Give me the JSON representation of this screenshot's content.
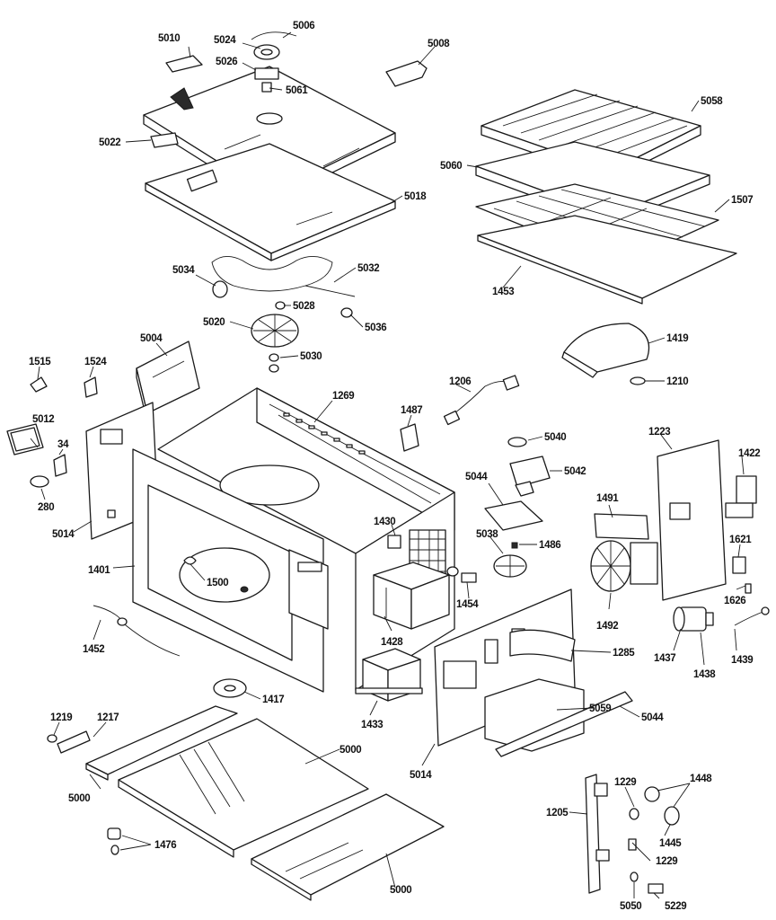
{
  "diagram": {
    "callouts": [
      {
        "key": "p5010",
        "label": "5010"
      },
      {
        "key": "p5024",
        "label": "5024"
      },
      {
        "key": "p5006",
        "label": "5006"
      },
      {
        "key": "p5008",
        "label": "5008"
      },
      {
        "key": "p5026",
        "label": "5026"
      },
      {
        "key": "p5061",
        "label": "5061"
      },
      {
        "key": "p5022",
        "label": "5022"
      },
      {
        "key": "p5018",
        "label": "5018"
      },
      {
        "key": "p5034",
        "label": "5034"
      },
      {
        "key": "p5032",
        "label": "5032"
      },
      {
        "key": "p5028",
        "label": "5028"
      },
      {
        "key": "p5036",
        "label": "5036"
      },
      {
        "key": "p5020",
        "label": "5020"
      },
      {
        "key": "p5030",
        "label": "5030"
      },
      {
        "key": "p5058",
        "label": "5058"
      },
      {
        "key": "p5060",
        "label": "5060"
      },
      {
        "key": "p1507",
        "label": "1507"
      },
      {
        "key": "p1453",
        "label": "1453"
      },
      {
        "key": "p1419",
        "label": "1419"
      },
      {
        "key": "p1210",
        "label": "1210"
      },
      {
        "key": "p1515",
        "label": "1515"
      },
      {
        "key": "p1524",
        "label": "1524"
      },
      {
        "key": "p5004",
        "label": "5004"
      },
      {
        "key": "p1269",
        "label": "1269"
      },
      {
        "key": "p1206",
        "label": "1206"
      },
      {
        "key": "p1487",
        "label": "1487"
      },
      {
        "key": "p5012",
        "label": "5012"
      },
      {
        "key": "p34",
        "label": "34"
      },
      {
        "key": "p280",
        "label": "280"
      },
      {
        "key": "p5014a",
        "label": "5014"
      },
      {
        "key": "p1401",
        "label": "1401"
      },
      {
        "key": "p1500",
        "label": "1500"
      },
      {
        "key": "p1430",
        "label": "1430"
      },
      {
        "key": "p5040",
        "label": "5040"
      },
      {
        "key": "p5044a",
        "label": "5044"
      },
      {
        "key": "p5042",
        "label": "5042"
      },
      {
        "key": "p5038",
        "label": "5038"
      },
      {
        "key": "p1486",
        "label": "1486"
      },
      {
        "key": "p1454",
        "label": "1454"
      },
      {
        "key": "p1223",
        "label": "1223"
      },
      {
        "key": "p1422",
        "label": "1422"
      },
      {
        "key": "p1491",
        "label": "1491"
      },
      {
        "key": "p1621",
        "label": "1621"
      },
      {
        "key": "p1626",
        "label": "1626"
      },
      {
        "key": "p1428",
        "label": "1428"
      },
      {
        "key": "p1452",
        "label": "1452"
      },
      {
        "key": "p1492",
        "label": "1492"
      },
      {
        "key": "p1285",
        "label": "1285"
      },
      {
        "key": "p1437",
        "label": "1437"
      },
      {
        "key": "p1438",
        "label": "1438"
      },
      {
        "key": "p1439",
        "label": "1439"
      },
      {
        "key": "p1417",
        "label": "1417"
      },
      {
        "key": "p1433",
        "label": "1433"
      },
      {
        "key": "p5059",
        "label": "5059"
      },
      {
        "key": "p5044b",
        "label": "5044"
      },
      {
        "key": "p1219",
        "label": "1219"
      },
      {
        "key": "p1217",
        "label": "1217"
      },
      {
        "key": "p5000a",
        "label": "5000"
      },
      {
        "key": "p5000b",
        "label": "5000"
      },
      {
        "key": "p5014b",
        "label": "5014"
      },
      {
        "key": "p1229a",
        "label": "1229"
      },
      {
        "key": "p1448",
        "label": "1448"
      },
      {
        "key": "p1205",
        "label": "1205"
      },
      {
        "key": "p1445",
        "label": "1445"
      },
      {
        "key": "p1476",
        "label": "1476"
      },
      {
        "key": "p1229b",
        "label": "1229"
      },
      {
        "key": "p5000c",
        "label": "5000"
      },
      {
        "key": "p5050",
        "label": "5050"
      },
      {
        "key": "p5229",
        "label": "5229"
      }
    ]
  }
}
